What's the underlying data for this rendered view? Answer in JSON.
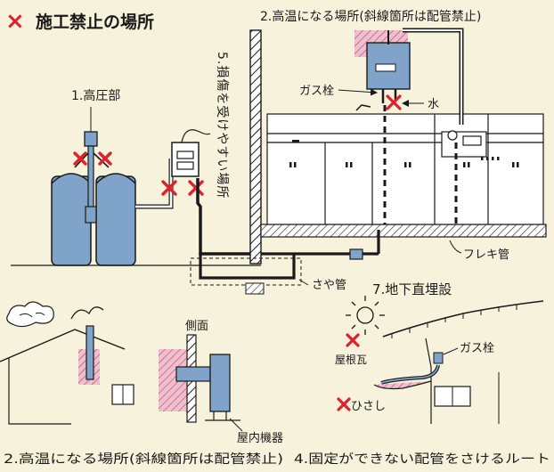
{
  "header": {
    "mark": "×",
    "title": "施工禁止の場所"
  },
  "labels": {
    "high_temp_top": "2.高温になる場所(斜線箇所は配管禁止)",
    "high_pressure": "1.高圧部",
    "damage_vertical": "5.損傷を受けやすい場所",
    "gas_valve": "ガス栓",
    "water": "水",
    "flexible_pipe": "フレキ管",
    "sleeve_pipe": "さや管",
    "underground": "7.地下直埋設",
    "side_view": "側面",
    "indoor_equipment": "屋内機器",
    "roof_tile": "屋根瓦",
    "eaves": "ひさし",
    "gas_valve_lower": "ガス栓",
    "caption_left": "2.高温になる場所(斜線箇所は配管禁止)",
    "caption_right": "4.固定ができない配管をさけるルート"
  },
  "colors": {
    "background": "#f7f2dc",
    "prohibit_red": "#e0212b",
    "hatch_pink": "#e9a9bd",
    "equipment_blue": "#7fa3c9",
    "line": "#1a1a1a"
  }
}
